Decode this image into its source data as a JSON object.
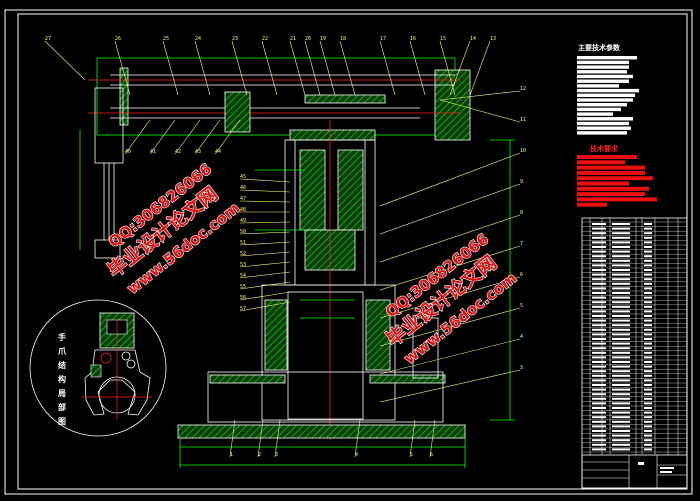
{
  "drawing": {
    "detail_view_caption": "手爪结构局部图",
    "main_params_title": "主要技术参数",
    "tech_requirements_title": "技术要求",
    "part_labels_top": [
      "27",
      "26",
      "25",
      "24",
      "23",
      "22",
      "21",
      "20",
      "19",
      "18",
      "17",
      "16",
      "15",
      "14",
      "13"
    ],
    "part_labels_left": [
      "45",
      "46",
      "47",
      "48",
      "49",
      "50",
      "51",
      "52",
      "53",
      "54",
      "55",
      "56",
      "57"
    ],
    "part_labels_bottom_left": [
      "40",
      "41",
      "42",
      "43",
      "44"
    ],
    "part_labels_right": [
      "12",
      "11",
      "10",
      "9",
      "8",
      "7",
      "6",
      "5",
      "4",
      "3"
    ],
    "part_labels_base": [
      "1",
      "2",
      "3",
      "4",
      "5",
      "6"
    ]
  },
  "watermarks": {
    "site_name": "毕业设计论文网",
    "url": "www.56doc.com",
    "qq": "QQ:306826066"
  },
  "colors": {
    "background": "#000000",
    "outline": "#ffffff",
    "hatch": "#00ff00",
    "centerline": "#ff2020",
    "leader": "#ffff66",
    "watermark": "#e01010"
  }
}
